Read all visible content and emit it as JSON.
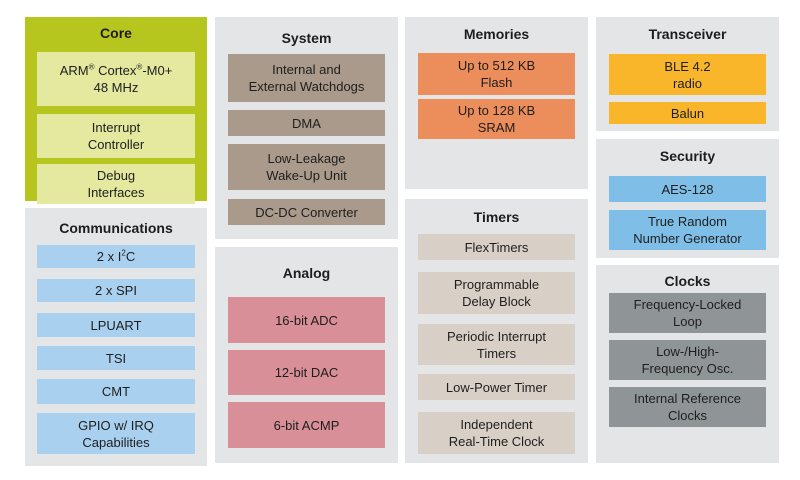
{
  "core": {
    "title": "Core",
    "cpu": {
      "pre": "ARM",
      "reg1": "®",
      "mid": " Cortex",
      "reg2": "®",
      "post": "-M0+",
      "freq": "48 MHz"
    },
    "blocks": [
      {
        "lines": [
          "Interrupt",
          "Controller"
        ]
      },
      {
        "lines": [
          "Debug",
          "Interfaces"
        ]
      }
    ]
  },
  "communications": {
    "title": "Communications",
    "i2c": {
      "pre": "2 x I",
      "sup": "2",
      "post": "C"
    },
    "blocks": [
      {
        "lines": [
          "2 x SPI"
        ]
      },
      {
        "lines": [
          "LPUART"
        ]
      },
      {
        "lines": [
          "TSI"
        ]
      },
      {
        "lines": [
          "CMT"
        ]
      },
      {
        "lines": [
          "GPIO w/ IRQ",
          "Capabilities"
        ]
      }
    ]
  },
  "system": {
    "title": "System",
    "blocks": [
      {
        "lines": [
          "Internal and",
          "External Watchdogs"
        ]
      },
      {
        "lines": [
          "DMA"
        ]
      },
      {
        "lines": [
          "Low-Leakage",
          "Wake-Up Unit"
        ]
      },
      {
        "lines": [
          "DC-DC Converter"
        ]
      }
    ]
  },
  "analog": {
    "title": "Analog",
    "blocks": [
      {
        "lines": [
          "16-bit ADC"
        ]
      },
      {
        "lines": [
          "12-bit DAC"
        ]
      },
      {
        "lines": [
          "6-bit ACMP"
        ]
      }
    ]
  },
  "memories": {
    "title": "Memories",
    "blocks": [
      {
        "lines": [
          "Up to 512 KB",
          "Flash"
        ]
      },
      {
        "lines": [
          "Up to 128 KB",
          "SRAM"
        ]
      }
    ]
  },
  "timers": {
    "title": "Timers",
    "blocks": [
      {
        "lines": [
          "FlexTimers"
        ]
      },
      {
        "lines": [
          "Programmable",
          "Delay Block"
        ]
      },
      {
        "lines": [
          "Periodic Interrupt",
          "Timers"
        ]
      },
      {
        "lines": [
          "Low-Power Timer"
        ]
      },
      {
        "lines": [
          "Independent",
          "Real-Time Clock"
        ]
      }
    ]
  },
  "transceiver": {
    "title": "Transceiver",
    "blocks": [
      {
        "lines": [
          "BLE 4.2",
          "radio"
        ]
      },
      {
        "lines": [
          "Balun"
        ]
      }
    ]
  },
  "security": {
    "title": "Security",
    "blocks": [
      {
        "lines": [
          "AES-128"
        ]
      },
      {
        "lines": [
          "True Random",
          "Number Generator"
        ]
      }
    ]
  },
  "clocks": {
    "title": "Clocks",
    "blocks": [
      {
        "lines": [
          "Frequency-Locked",
          "Loop"
        ]
      },
      {
        "lines": [
          "Low-/High-",
          "Frequency Osc."
        ]
      },
      {
        "lines": [
          "Internal Reference",
          "Clocks"
        ]
      }
    ]
  },
  "colors": {
    "core_panel": "#b7c61e",
    "core_block": "#e4e99f",
    "panel_bg": "#e3e5e7",
    "system_block": "#aa9a8b",
    "memory_block": "#ec8d5c",
    "transceiver_block": "#f9b62b",
    "security_block": "#7fbfe7",
    "communications_block": "#a9d0ee",
    "analog_block": "#d88f98",
    "timers_block": "#d8d0c7",
    "clocks_block": "#8f9497"
  }
}
